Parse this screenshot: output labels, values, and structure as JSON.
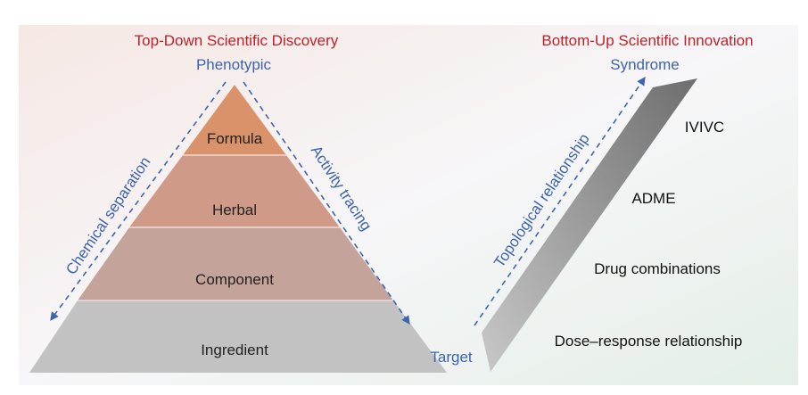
{
  "left": {
    "title": "Top-Down Scientific Discovery",
    "top_label": "Phenotypic",
    "bottom_label": "Target",
    "left_arrow_label": "Chemical separation",
    "right_arrow_label": "Activity tracing",
    "layers": [
      {
        "label": "Formula",
        "color": "#d9926a"
      },
      {
        "label": "Herbal",
        "color": "#cf9a88"
      },
      {
        "label": "Component",
        "color": "#c4a39b"
      },
      {
        "label": "Ingredient",
        "color": "#c2c2c2"
      }
    ]
  },
  "right": {
    "title": "Bottom-Up Scientific Innovation",
    "top_label": "Syndrome",
    "arrow_label": "Topological relationship",
    "levels": [
      "IVIVC",
      "ADME",
      "Drug combinations",
      "Dose–response relationship"
    ]
  },
  "colors": {
    "title": "#c0202a",
    "accent": "#3d64ad"
  }
}
